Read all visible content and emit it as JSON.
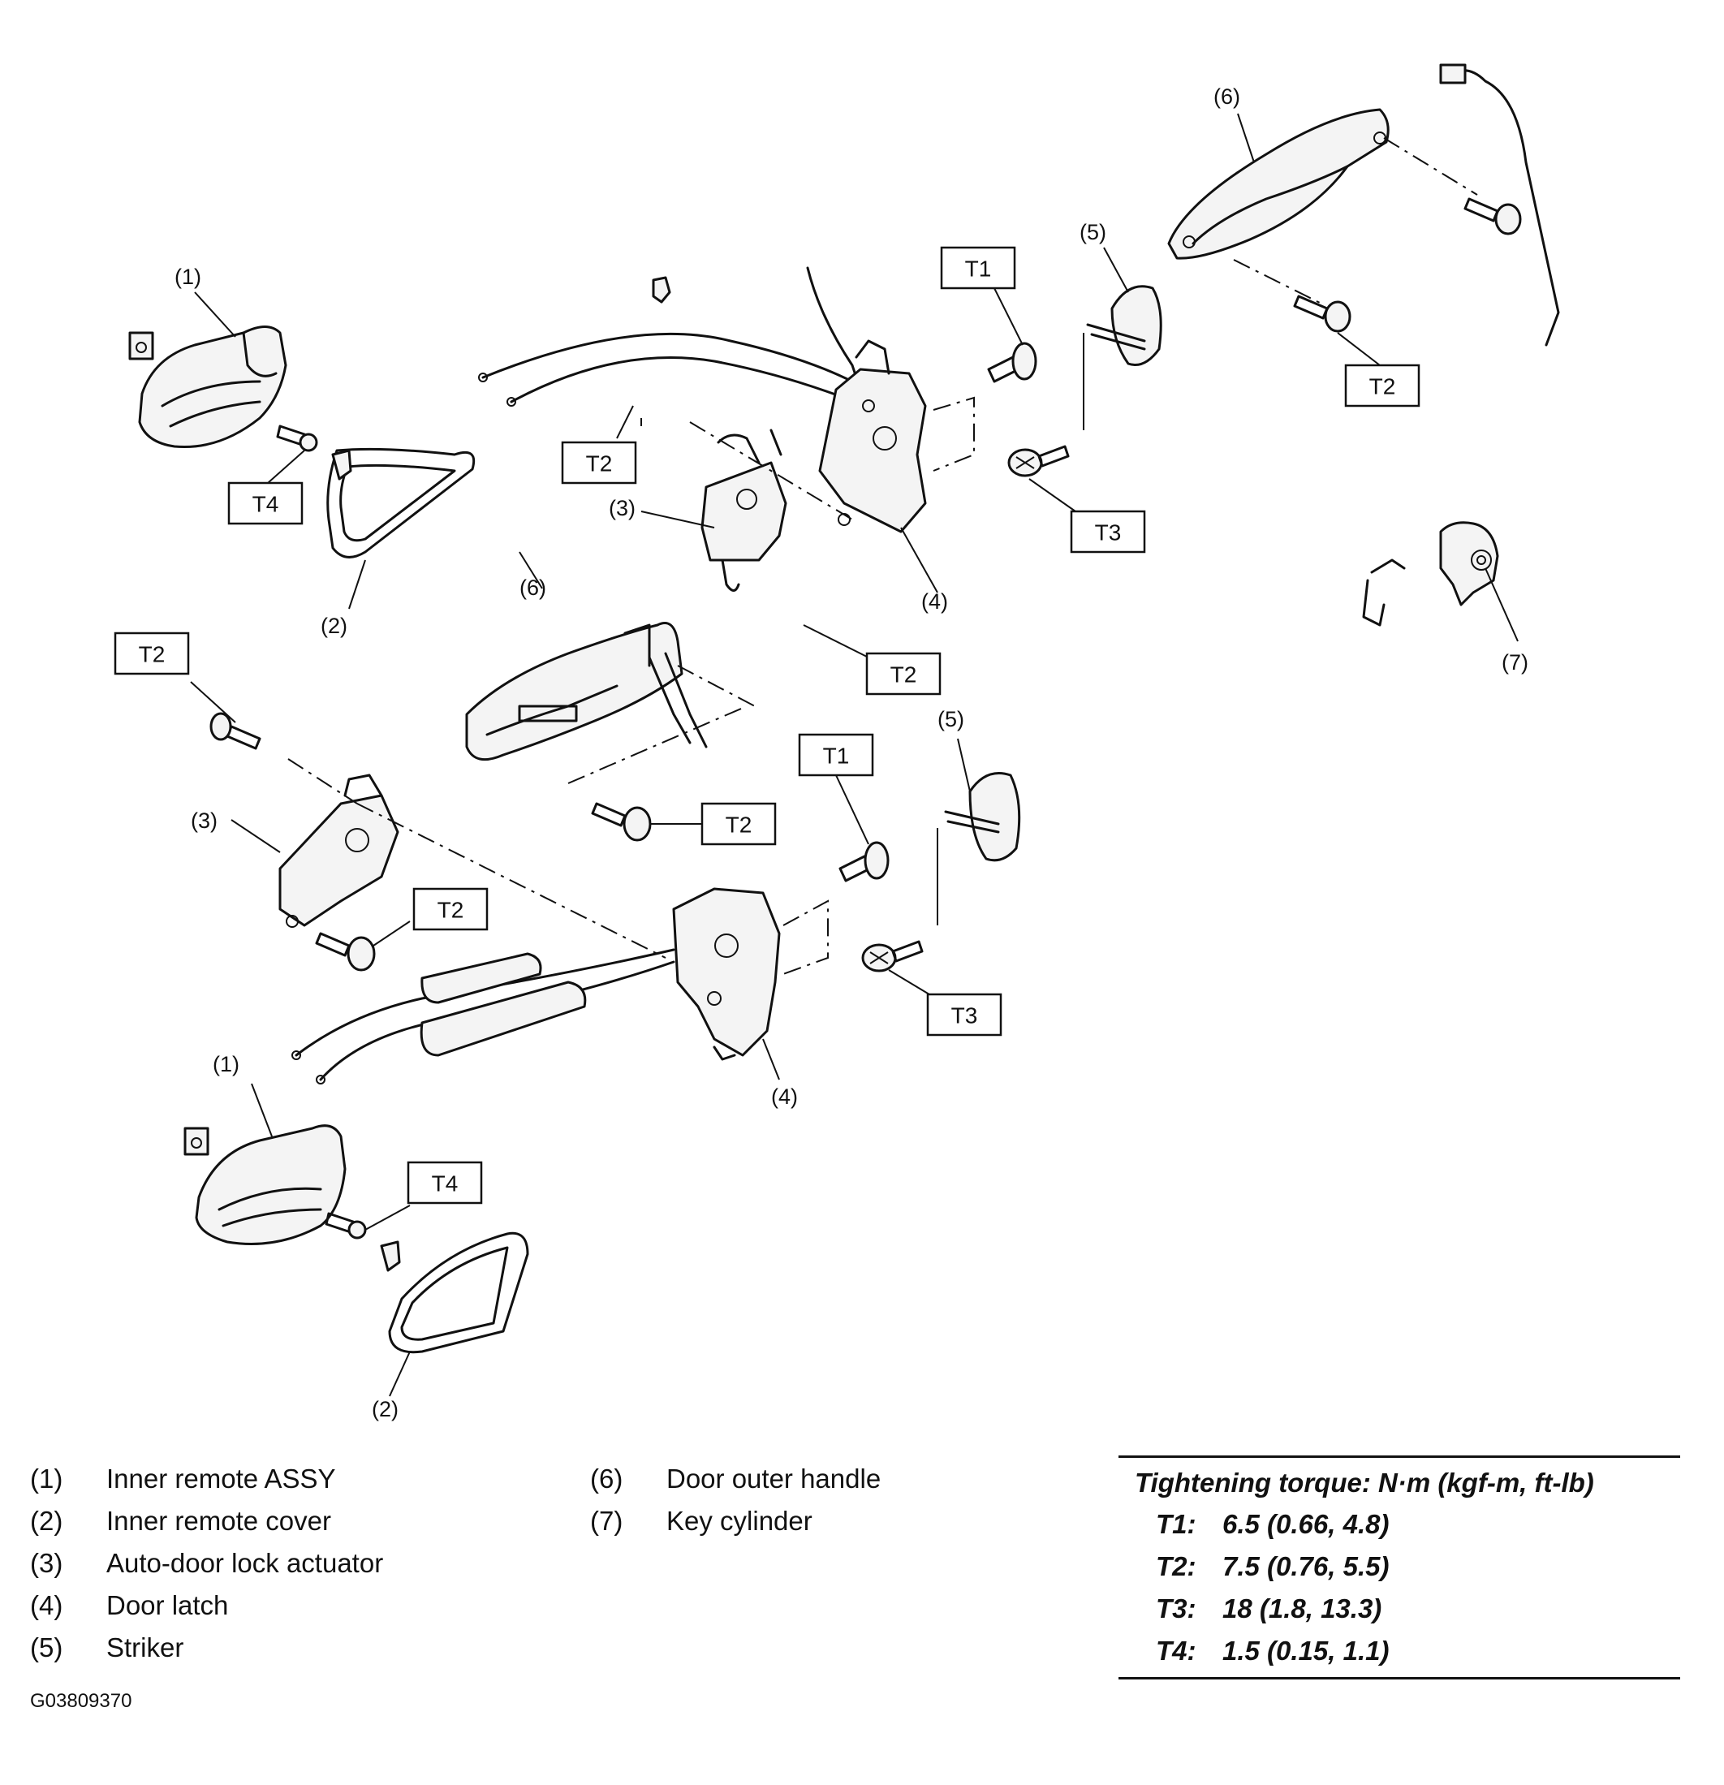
{
  "callouts": {
    "c1": "(1)",
    "c2": "(2)",
    "c3": "(3)",
    "c4": "(4)",
    "c5": "(5)",
    "c6": "(6)",
    "c7": "(7)"
  },
  "torque_codes": {
    "t1": "T1",
    "t2": "T2",
    "t3": "T3",
    "t4": "T4"
  },
  "legend": [
    {
      "num": "(1)",
      "label": "Inner remote ASSY"
    },
    {
      "num": "(2)",
      "label": "Inner remote cover"
    },
    {
      "num": "(3)",
      "label": "Auto-door lock actuator"
    },
    {
      "num": "(4)",
      "label": "Door latch"
    },
    {
      "num": "(5)",
      "label": "Striker"
    },
    {
      "num": "(6)",
      "label": "Door outer handle"
    },
    {
      "num": "(7)",
      "label": "Key cylinder"
    }
  ],
  "torque_table": {
    "title": "Tightening torque: N·m (kgf-m, ft-lb)",
    "rows": [
      {
        "code": "T1:",
        "value": "6.5 (0.66, 4.8)"
      },
      {
        "code": "T2:",
        "value": "7.5 (0.76, 5.5)"
      },
      {
        "code": "T3:",
        "value": "18 (1.8, 13.3)"
      },
      {
        "code": "T4:",
        "value": "1.5 (0.15, 1.1)"
      }
    ]
  },
  "figure_id": "G03809370"
}
